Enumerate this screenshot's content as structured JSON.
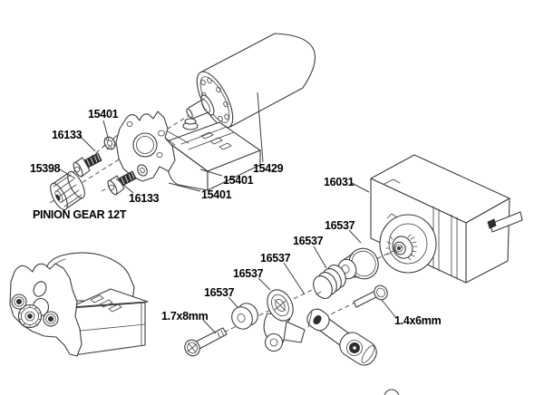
{
  "diagram_type": "exploded-parts-diagram",
  "colors": {
    "background": "#ffffff",
    "line": "#3c3c3c",
    "text": "#000000"
  },
  "labels": [
    {
      "text": "15401"
    },
    {
      "text": "16133"
    },
    {
      "text": "15398"
    },
    {
      "text": "16133"
    },
    {
      "text": "PINION GEAR 12T"
    },
    {
      "text": "15429"
    },
    {
      "text": "15401"
    },
    {
      "text": "15401"
    },
    {
      "text": "16031"
    },
    {
      "text": "16537"
    },
    {
      "text": "16537"
    },
    {
      "text": "16537"
    },
    {
      "text": "16537"
    },
    {
      "text": "16537"
    },
    {
      "text": "1.7x8mm"
    },
    {
      "text": "1.4x6mm"
    }
  ]
}
